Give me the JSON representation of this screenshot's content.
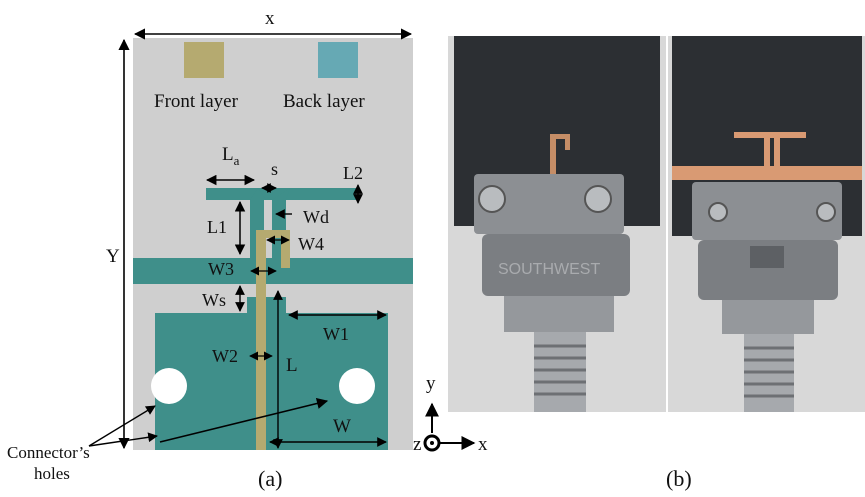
{
  "diagram": {
    "overall_width": "x",
    "overall_height": "Y",
    "legend": {
      "front": "Front layer",
      "back": "Back layer"
    },
    "colors": {
      "substrate": "#cfcfcf",
      "front": "#b5aa70",
      "back": "#3f8f8a",
      "swatch_back": "#66a9b4",
      "hole": "#ffffff"
    },
    "dims": {
      "La": "L",
      "La_sub": "a",
      "s": "s",
      "L2": "L2",
      "L1": "L1",
      "Wd": "Wd",
      "W4": "W4",
      "W3": "W3",
      "Ws": "Ws",
      "W1": "W1",
      "W2": "W2",
      "L": "L",
      "W": "W"
    },
    "connector_line1": "Connector’s",
    "connector_line2": "holes",
    "axes": {
      "y": "y",
      "z": "z",
      "x": "x"
    },
    "caption_a": "(a)"
  },
  "photos": {
    "left_connector_text": "SOUTHWEST",
    "caption_b": "(b)"
  }
}
